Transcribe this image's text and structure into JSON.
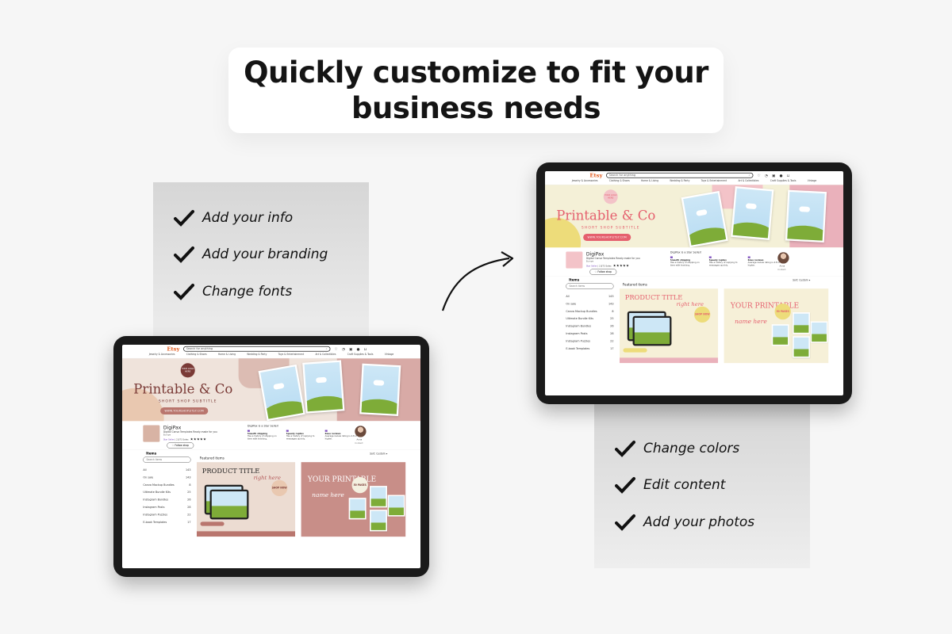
{
  "headline": {
    "line1": "Quickly customize to fit your",
    "line2": "business needs"
  },
  "features_left": [
    "Add your info",
    "Add your branding",
    "Change fonts"
  ],
  "features_right": [
    "Change colors",
    "Edit content",
    "Add your photos"
  ],
  "site": {
    "logo": "Etsy",
    "search_placeholder": "Search for anything",
    "categories": [
      "Jewelry & Accessories",
      "Clothing & Shoes",
      "Home & Living",
      "Wedding & Party",
      "Toys & Entertainment",
      "Art & Collectibles",
      "Craft Supplies & Tools",
      "Vintage"
    ],
    "banner": {
      "seal": "YOUR LOGO HERE",
      "title": "Printable & Co",
      "subtitle": "SHORT SHOP SUBTITLE",
      "button": "WWW.YOURSHOP.ETSY.COM"
    },
    "shop": {
      "name": "DigiPax",
      "description": "Digital Canva Templates Ready-made for you",
      "location": "Europe",
      "star_seller": "Star Seller",
      "sales": "2,873 Sales",
      "stars": "★★★★★",
      "follow": "Follow shop",
      "star_seller_heading": "DigiPax is a Star Seller!",
      "perks": [
        {
          "title": "Smooth shipping",
          "desc": "Has a history of shipping on time with tracking."
        },
        {
          "title": "Speedy replies",
          "desc": "Has a history of replying to messages quickly."
        },
        {
          "title": "Rave reviews",
          "desc": "Average review rating is 4.8 or higher."
        }
      ],
      "owner": "Anna",
      "contact": "Contact"
    },
    "items": {
      "heading": "Items",
      "search_placeholder": "Search items",
      "list": [
        {
          "name": "All",
          "count": "143"
        },
        {
          "name": "On sale",
          "count": "143"
        },
        {
          "name": "Canva Mockup Bundles",
          "count": "8"
        },
        {
          "name": "Ultimate Bundle Kits",
          "count": "25"
        },
        {
          "name": "Instagram Bundles",
          "count": "26"
        },
        {
          "name": "Instagram Posts",
          "count": "28"
        },
        {
          "name": "Instagram Puzzles",
          "count": "22"
        },
        {
          "name": "E-book Templates",
          "count": "17"
        }
      ],
      "featured": "Featured items",
      "sort": "Sort: Custom"
    },
    "cards": {
      "product_title": "PRODUCT TITLE",
      "product_script": "right here",
      "badge": "SHOP NOW",
      "printable_title": "YOUR PRINTABLE",
      "printable_script": "name here",
      "printable_badge": "50 PAGES"
    }
  },
  "colors": {
    "left_banner": "#efe3db",
    "left_accent": "#b9766e",
    "right_banner": "#f4f0d7",
    "right_accent": "#e5606e"
  }
}
